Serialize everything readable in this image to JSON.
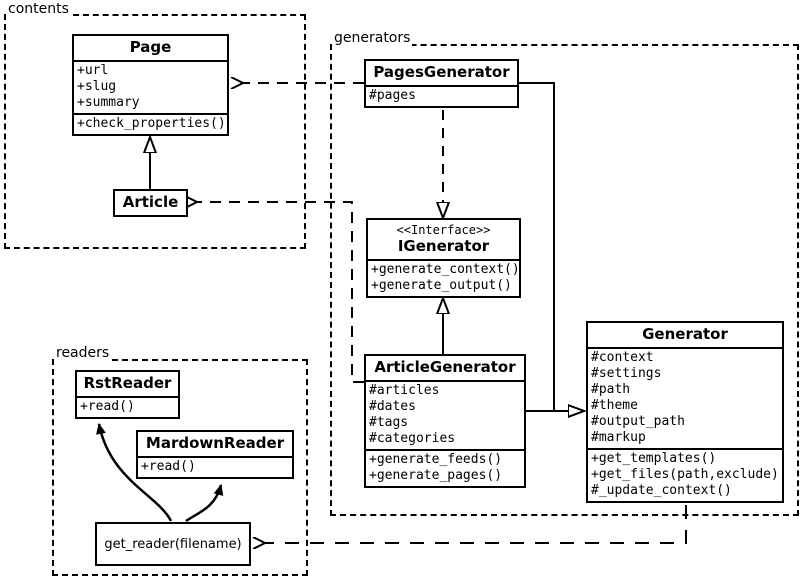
{
  "diagram": {
    "title": "Pelican architecture UML class diagram",
    "stroke_color": "#000000",
    "background_color": "#ffffff"
  },
  "packages": [
    {
      "id": "contents",
      "label": "contents"
    },
    {
      "id": "generators",
      "label": "generators"
    },
    {
      "id": "readers",
      "label": "readers"
    }
  ],
  "classes": {
    "page": {
      "name": "Page",
      "attributes": [
        "+url",
        "+slug",
        "+summary"
      ],
      "methods": [
        "+check_properties()"
      ]
    },
    "article": {
      "name": "Article",
      "attributes": [],
      "methods": []
    },
    "pages_generator": {
      "name": "PagesGenerator",
      "attributes": [
        "#pages"
      ],
      "methods": []
    },
    "igenerator": {
      "stereotype": "<<Interface>>",
      "name": "IGenerator",
      "attributes": [],
      "methods": [
        "+generate_context()",
        "+generate_output()"
      ]
    },
    "article_generator": {
      "name": "ArticleGenerator",
      "attributes": [
        "#articles",
        "#dates",
        "#tags",
        "#categories"
      ],
      "methods": [
        "+generate_feeds()",
        "+generate_pages()"
      ]
    },
    "generator": {
      "name": "Generator",
      "attributes": [
        "#context",
        "#settings",
        "#path",
        "#theme",
        "#output_path",
        "#markup"
      ],
      "methods": [
        "+get_templates()",
        "+get_files(path,exclude)",
        "#_update_context()"
      ]
    },
    "rst_reader": {
      "name": "RstReader",
      "attributes": [],
      "methods": [
        "+read()"
      ]
    },
    "mardown_reader": {
      "name": "MardownReader",
      "attributes": [],
      "methods": [
        "+read()"
      ]
    }
  },
  "functions": {
    "get_reader": {
      "label": "get_reader(filename)"
    }
  },
  "relationships": [
    {
      "from": "article",
      "to": "page",
      "type": "generalization"
    },
    {
      "from": "pages_generator",
      "to": "igenerator",
      "type": "realization"
    },
    {
      "from": "article_generator",
      "to": "igenerator",
      "type": "generalization"
    },
    {
      "from": "pages_generator",
      "to": "generator",
      "type": "generalization"
    },
    {
      "from": "article_generator",
      "to": "generator",
      "type": "generalization"
    },
    {
      "from": "pages_generator",
      "to": "page",
      "type": "dependency"
    },
    {
      "from": "article_generator",
      "to": "article",
      "type": "dependency"
    },
    {
      "from": "generator",
      "to": "get_reader",
      "type": "dependency"
    },
    {
      "from": "get_reader",
      "to": "rst_reader",
      "type": "creates"
    },
    {
      "from": "get_reader",
      "to": "mardown_reader",
      "type": "creates"
    }
  ]
}
